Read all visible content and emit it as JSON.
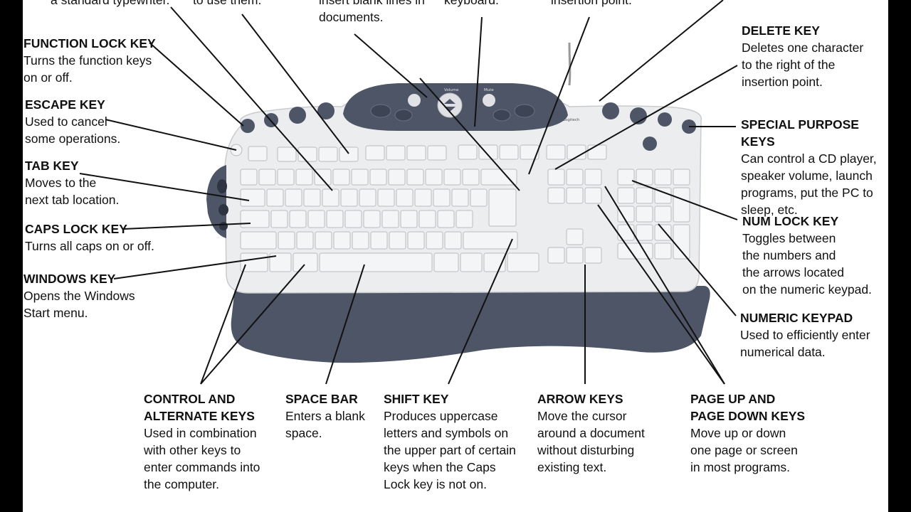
{
  "top_fragments": [
    {
      "id": "frag-1",
      "text": "a standard typewriter."
    },
    {
      "id": "frag-2",
      "text": "to use them."
    },
    {
      "id": "frag-3",
      "text": "insert blank lines in\ndocuments."
    },
    {
      "id": "frag-4",
      "text": "keyboard."
    },
    {
      "id": "frag-5",
      "text": "insertion point."
    }
  ],
  "callouts": {
    "function_lock": {
      "title": "FUNCTION LOCK KEY",
      "desc": "Turns the function keys\non or off."
    },
    "escape": {
      "title": "ESCAPE KEY",
      "desc": "Used to cancel\nsome operations."
    },
    "tab": {
      "title": "TAB KEY",
      "desc": "Moves to the\nnext tab location."
    },
    "caps_lock": {
      "title": "CAPS LOCK KEY",
      "desc": "Turns all caps on or off."
    },
    "windows": {
      "title": "WINDOWS KEY",
      "desc": "Opens the Windows\nStart menu."
    },
    "delete": {
      "title": "DELETE KEY",
      "desc": "Deletes one character\nto the right of the\ninsertion point."
    },
    "special": {
      "title": "SPECIAL PURPOSE KEYS",
      "desc": "Can control a CD player,\nspeaker volume, launch\nprograms, put the PC to\nsleep, etc."
    },
    "num_lock": {
      "title": "NUM LOCK KEY",
      "desc": "Toggles between\nthe numbers and\nthe arrows located\non the numeric keypad."
    },
    "numeric_keypad": {
      "title": "NUMERIC KEYPAD",
      "desc": "Used to efficiently enter\nnumerical data."
    },
    "ctrl_alt": {
      "title": "CONTROL AND\nALTERNATE KEYS",
      "desc": "Used in combination\nwith other keys to\nenter commands into\nthe computer."
    },
    "space_bar": {
      "title": "SPACE BAR",
      "desc": "Enters a blank\nspace."
    },
    "shift": {
      "title": "SHIFT KEY",
      "desc": "Produces uppercase\nletters and symbols on\nthe upper part of certain\nkeys when the Caps\nLock key is not on."
    },
    "arrow": {
      "title": "ARROW KEYS",
      "desc": "Move the cursor\naround a document\nwithout disturbing\nexisting text."
    },
    "page_up_down": {
      "title": "PAGE UP AND\nPAGE DOWN KEYS",
      "desc": "Move up or down\none page or screen\nin most programs."
    }
  },
  "keyboard": {
    "media_labels": {
      "volume": "Volume",
      "mute": "Mute",
      "brand": "Logitech"
    }
  },
  "colors": {
    "keyboard_body": "#ecedee",
    "palm_rest": "#4d5566",
    "key_face": "#f4f5f6",
    "line": "#111111",
    "frame": "#000000"
  }
}
